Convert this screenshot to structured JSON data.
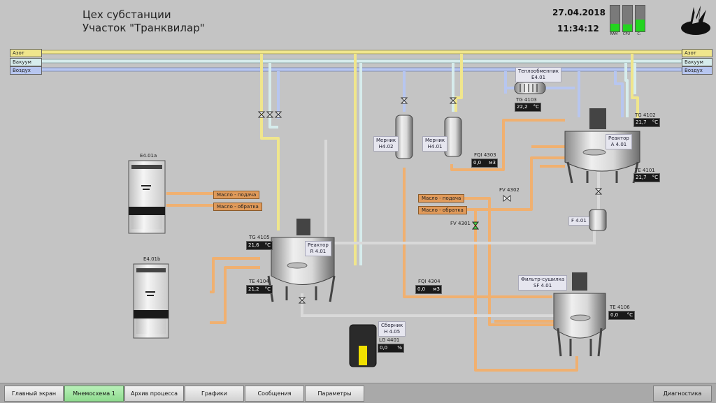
{
  "header": {
    "title_line1": "Цех субстанции",
    "title_line2": "Участок \"Транквилар\"",
    "date": "27.04.2018",
    "time": "11:34:12",
    "gauges": [
      {
        "label": "RAM",
        "level": 0.3
      },
      {
        "label": "CPU",
        "level": 0.28
      },
      {
        "label": "C:",
        "level": 0.45
      }
    ]
  },
  "lines": {
    "nitrogen": "Азот",
    "vacuum": "Вакуум",
    "air": "Воздух"
  },
  "equipment": {
    "e401a": "E4.01a",
    "e401b": "E4.01b",
    "oil_supply": "Масло - подача",
    "oil_return": "Масло - обратка",
    "heat_exchanger": "Теплообменник\nE4.01",
    "meter_h402": "Мерник\nH4.02",
    "meter_h401": "Мерник\nH4.01",
    "reactor_r401": "Реактор\nR 4.01",
    "reactor_a401": "Реактор\nA 4.01",
    "collector": "Сборник\nH 4.05",
    "filter": "Фильтр-сушилка\nSF 4.01",
    "f401": "F 4.01",
    "fv4302": "FV 4302",
    "fv4301": "FV 4301"
  },
  "tags": {
    "tg4103": {
      "name": "TG 4103",
      "value": "22,2",
      "unit": "°C"
    },
    "tg4102": {
      "name": "TG 4102",
      "value": "21,7",
      "unit": "°C"
    },
    "te4101": {
      "name": "TE 4101",
      "value": "21,7",
      "unit": "°C"
    },
    "fqi4303": {
      "name": "FQI 4303",
      "value": "0,0",
      "unit": "м3"
    },
    "tg4105": {
      "name": "TG 4105",
      "value": "21,6",
      "unit": "°C"
    },
    "te4104": {
      "name": "TE 4104",
      "value": "21,2",
      "unit": "°C"
    },
    "fqi4304": {
      "name": "FQI 4304",
      "value": "0,0",
      "unit": "м3"
    },
    "lg4401": {
      "name": "LG 4401",
      "value": "0,0",
      "unit": "%"
    },
    "te4106": {
      "name": "TE 4106",
      "value": "0,0",
      "unit": "°C"
    }
  },
  "nav": {
    "main": "Главный экран",
    "mnemo": "Мнемосхема 1",
    "archive": "Архив процесса",
    "charts": "Графики",
    "messages": "Сообщения",
    "params": "Параметры",
    "diag": "Диагностика"
  },
  "colors": {
    "nitrogen": "#f0e68c",
    "vacuum": "#d6ecec",
    "air": "#b7c6f0",
    "oil": "#f0b070",
    "active_tab": "#9ee29e"
  }
}
